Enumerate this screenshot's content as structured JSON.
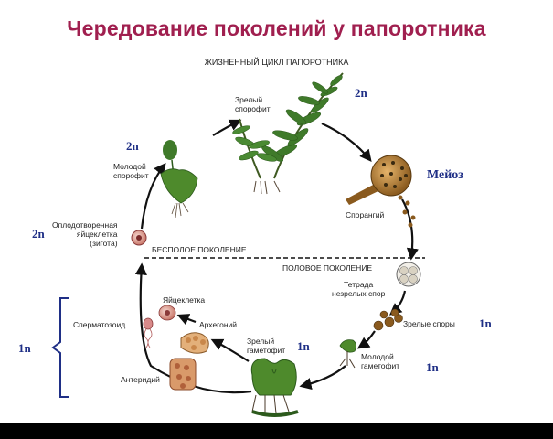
{
  "title": "Чередование поколений у папоротника",
  "subtitle": "ЖИЗНЕННЫЙ ЦИКЛ ПАПОРОТНИКА",
  "stages": {
    "mature_sporophyte": "Зрелый\nспорофит",
    "young_sporophyte": "Молодой\nспорофит",
    "sporangium": "Спорангий",
    "zygote": "Оплодотворенная\nяйцеклетка\n(зигота)",
    "tetrad": "Тетрада\nнезрелых спор",
    "mature_spores": "Зрелые споры",
    "young_gametophyte": "Молодой\nгаметофит",
    "mature_gametophyte": "Зрелый\nгаметофит",
    "egg": "Яйцеклетка",
    "sperm": "Сперматозоид",
    "archegonium": "Архегоний",
    "antheridium": "Антеридий"
  },
  "phases": {
    "asexual": "БЕСПОЛОЕ ПОКОЛЕНИЕ",
    "sexual": "ПОЛОВОЕ ПОКОЛЕНИЕ"
  },
  "meiosis": "Мейоз",
  "ploidy": {
    "mature_sporophyte": "2n",
    "young_sporophyte": "2n",
    "zygote": "2n",
    "mature_spores": "1n",
    "young_gametophyte": "1n",
    "mature_gametophyte": "1n",
    "gametophyte_group": "1n"
  },
  "colors": {
    "title": "#a01f4f",
    "ploidy": "#1f2f86",
    "frond": "#3f7a2a",
    "sorus": "#8a5a1e",
    "gametophyte": "#4e8a2c"
  }
}
